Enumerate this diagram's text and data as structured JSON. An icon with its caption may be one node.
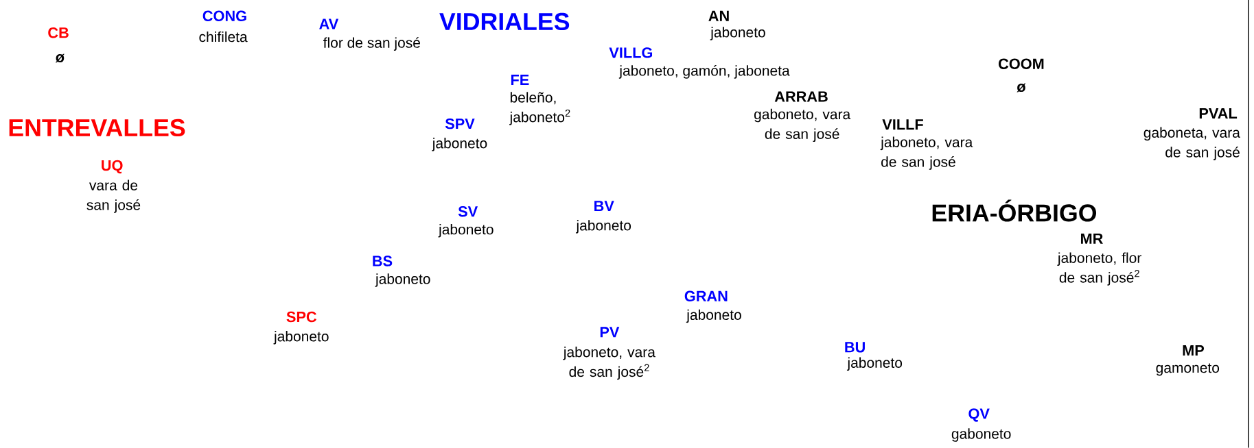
{
  "diagram": {
    "labels": [
      "CONG",
      "chifileta",
      "VIDRIALES",
      "AN",
      "jaboneto",
      "AV",
      "flor de san josé",
      "CB",
      "ø",
      "VILLG",
      "jaboneto, gamón, jaboneta",
      "COOM",
      "ø",
      "FE",
      "beleño, jaboneto$^{2}$",
      "ARRAB",
      "gaboneto, vara de san josé",
      "PVAL",
      "gaboneta, vara de san josé",
      "SPV",
      "jaboneto",
      "VILLF",
      "jaboneto, vara de san josé",
      "ENTREVALLES",
      "UQ",
      "vara de san josé",
      "SV",
      "jaboneto",
      "BV",
      "jaboneto",
      "ERIA-ÓRBIGO",
      "MR",
      "jaboneto, flor de san josé$^{2}$",
      "BS",
      "jaboneto",
      "GRAN",
      "jaboneto",
      "SPC",
      "jaboneto",
      "PV",
      "jaboneto, vara de san josé$^{2}$",
      "BU",
      "jaboneto",
      "MP",
      "gamoneto",
      "QV",
      "gaboneto"
    ]
  }
}
